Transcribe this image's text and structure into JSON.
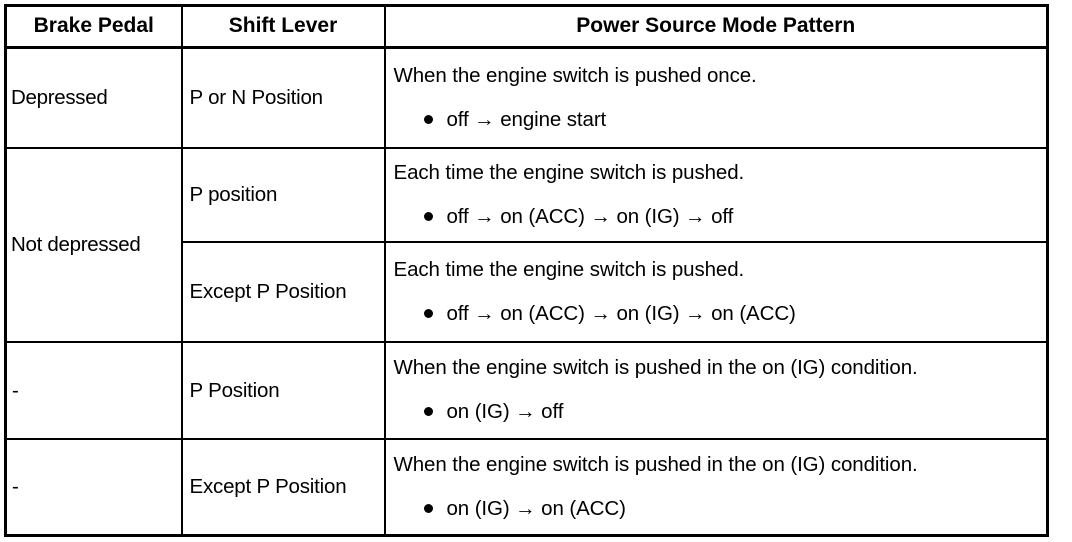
{
  "table": {
    "headers": [
      {
        "label": "Brake Pedal"
      },
      {
        "label": "Shift Lever"
      },
      {
        "label": "Power Source Mode Pattern"
      }
    ],
    "rows": [
      {
        "brake_pedal": "Depressed",
        "shift_lever": "P or N Position",
        "pattern_heading": "When the engine switch is pushed once.",
        "pattern_bullet": "off → engine start"
      },
      {
        "brake_pedal": "Not depressed",
        "shift_lever": "P position",
        "pattern_heading": "Each time the engine switch is pushed.",
        "pattern_bullet": "off → on (ACC) → on (IG) → off"
      },
      {
        "brake_pedal": "",
        "shift_lever": "Except P Position",
        "pattern_heading": "Each time the engine switch is pushed.",
        "pattern_bullet": "off → on (ACC) → on (IG) → on (ACC)"
      },
      {
        "brake_pedal": "-",
        "shift_lever": "P Position",
        "pattern_heading": "When the engine switch is pushed in the on (IG) condition.",
        "pattern_bullet": "on (IG) → off"
      },
      {
        "brake_pedal": "-",
        "shift_lever": "Except P Position",
        "pattern_heading": "When the engine switch is pushed in the on (IG) condition.",
        "pattern_bullet": "on (IG) → on (ACC)"
      }
    ]
  },
  "style": {
    "border_color": "#000000",
    "background": "#ffffff",
    "text_color": "#000000",
    "bullet_glyph": "●"
  }
}
